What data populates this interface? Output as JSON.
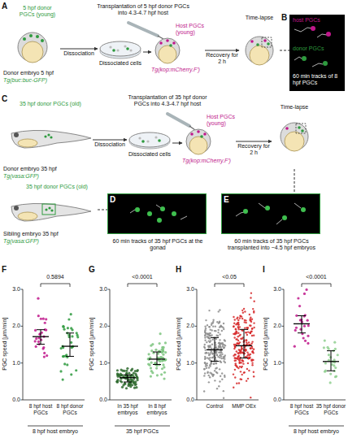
{
  "diagram": {
    "nodes": [
      {
        "text": [
          "5 hpf donor PGCs (young)",
          "Donor embryo 5 hpf",
          "Tg(buc:buc-GFP)"
        ]
      },
      {
        "text": [
          "Dissociated cells"
        ]
      },
      {
        "text": [
          "Host PGCs (young)",
          "Tg(kop:mCherry.F')"
        ]
      },
      {
        "text": [
          "Time-lapse"
        ]
      },
      {
        "text": [
          "host PGCs",
          "donor PGCs",
          "60 min tracks of 8 hpf PGCs"
        ]
      },
      {
        "text": [
          "35 hpf donor PGCs (old)",
          "Donor embryo 35 hpf",
          "Tg(vasa:GFP)"
        ]
      },
      {
        "text": [
          "Dissociated cells"
        ]
      },
      {
        "text": [
          "Host PGCs (young)",
          "Tg(kop:mCherry.F')"
        ]
      },
      {
        "text": [
          "Time-lapse"
        ]
      },
      {
        "text": [
          "35 hpf donor PGCs (old)",
          "Sibling embryo 35 hpf",
          "Tg(vasa:GFP)"
        ]
      },
      {
        "text": [
          "60 min tracks of 35 hpf PGCs at the gonad"
        ]
      },
      {
        "text": [
          "60 min tracks of 35 hpf PGCs transplanted into ~4.5 hpf embryos"
        ]
      }
    ],
    "edges": [
      {
        "from": 0,
        "to": 1,
        "arrow": "to",
        "label": "Dissociation"
      },
      {
        "from": 1,
        "to": 2,
        "arrow": "to"
      },
      {
        "from": 2,
        "to": 3,
        "arrow": "to",
        "label": "Recovery for 2 h"
      },
      {
        "from": 3,
        "to": 4,
        "arrow": "none"
      },
      {
        "from": 5,
        "to": 6,
        "arrow": "to",
        "label": "Dissociation"
      },
      {
        "from": 6,
        "to": 7,
        "arrow": "to"
      },
      {
        "from": 7,
        "to": 8,
        "arrow": "to",
        "label": "Recovery for 2 h"
      },
      {
        "from": 8,
        "to": 11,
        "arrow": "none"
      },
      {
        "from": 9,
        "to": 10,
        "arrow": "none"
      }
    ],
    "labels": [
      "A",
      "Transplantation of 5 hpf donor PGCs into 4.3-4.7 hpf host",
      "B",
      "C",
      "Transplantation of 35 hpf donor PGCs into 4.3-4.7 hpf host",
      "D",
      "E",
      "F",
      "PGC speed [µm/min]",
      "0.0",
      "1.0",
      "2.0",
      "3.0",
      "0.5894",
      "8 hpf host PGCs",
      "8 hpf donor PGCs",
      "8 hpf host embryo",
      "G",
      "PGC speed [µm/min]",
      "0.0",
      "1.0",
      "2.0",
      "3.0",
      "<0.0001",
      "In 35 hpf embryos",
      "In 8 hpf embryos",
      "35 hpf PGCs",
      "H",
      "PGC speed [µm/min]",
      "0.0",
      "1.0",
      "2.0",
      "3.0",
      "<0.05",
      "Control",
      "MMP OEx",
      "I",
      "PGC speed [µm/min]",
      "0.0",
      "1.0",
      "2.0",
      "3.0",
      "<0.0001",
      "8 hpf host PGCs",
      "35 hpf donor PGCs",
      "8 hpf host embryo"
    ]
  }
}
